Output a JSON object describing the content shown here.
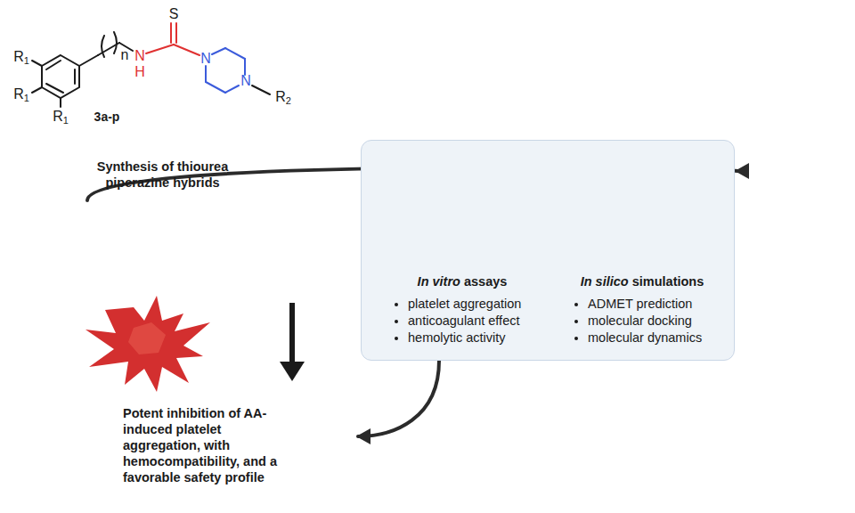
{
  "diagram": {
    "nodes": [
      {
        "text": [
          "Synthesis of thiourea piperazine hybrids"
        ]
      },
      {
        "text": [
          "In vitro assays",
          "platelet aggregation",
          "anticoagulant effect",
          "hemolytic activity",
          "In silico simulations",
          "ADMET prediction",
          "molecular docking",
          "molecular dynamics"
        ]
      },
      {
        "text": [
          "Potent inhibition of AA-induced platelet aggregation, with hemocompatibility, and a favorable safety profile"
        ]
      }
    ],
    "edges": [
      {
        "from": 0,
        "to": 1,
        "arrow": "to"
      },
      {
        "from": 1,
        "to": 2,
        "arrow": "to"
      }
    ],
    "labels": [
      "R1",
      "R1",
      "R1",
      "n",
      "N",
      "H",
      "S",
      "N",
      "N",
      "R2",
      "3a-p"
    ]
  }
}
